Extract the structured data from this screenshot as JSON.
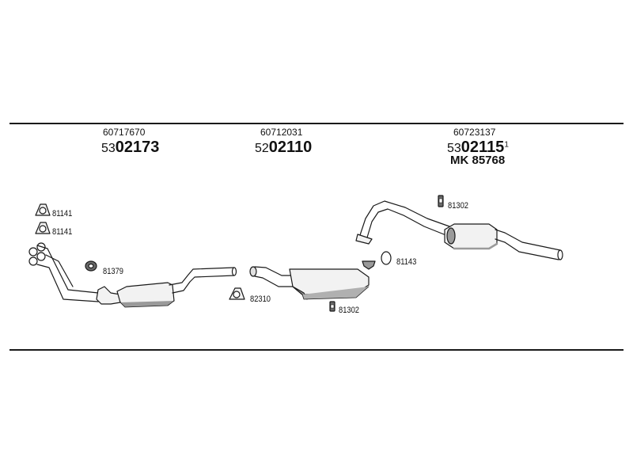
{
  "groups": [
    {
      "part_no": "60717670",
      "kit_prefix": "53",
      "kit_main": "02173",
      "kit_suffix": ""
    },
    {
      "part_no": "60712031",
      "kit_prefix": "52",
      "kit_main": "02110",
      "kit_suffix": ""
    },
    {
      "part_no": "60723137",
      "kit_prefix": "53",
      "kit_main": "02115",
      "kit_suffix": "1",
      "mk_label": "MK 85768"
    }
  ],
  "labels": {
    "gasket_1": "81141",
    "gasket_2": "81141",
    "clamp_1": "81379",
    "clamp_2": "82310",
    "mount_1": "81302",
    "ring_1": "81143",
    "mount_2": "81302"
  },
  "colors": {
    "line": "#1a1a1a",
    "part_fill": "#f2f2f2",
    "part_shade": "#9a9a9a"
  }
}
